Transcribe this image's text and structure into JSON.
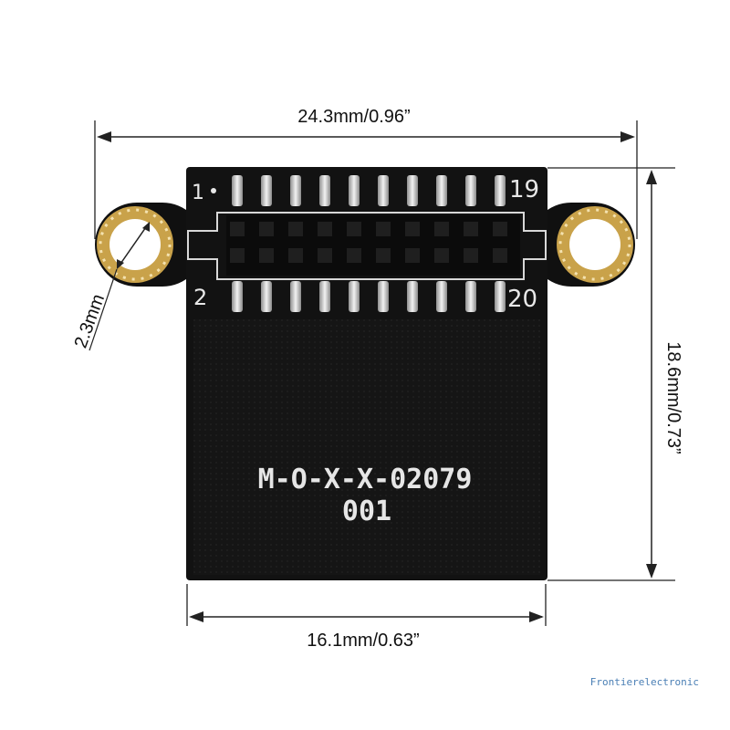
{
  "dimensions": {
    "width_label": "24.3mm/0.96”",
    "height_label": "18.6mm/0.73”",
    "bottom_width_label": "16.1mm/0.63”",
    "hole_label": "2.3mm"
  },
  "board": {
    "pin_1": "1",
    "pin_2": "2",
    "pin_19": "19",
    "pin_20": "20",
    "model_text": "M-O-X-X-02079",
    "serial_text": "001",
    "colors": {
      "pcb": "#111111",
      "gold": "#c9a24a",
      "silver": "#cfcfcf"
    }
  },
  "watermark": "Frontierelectronic"
}
